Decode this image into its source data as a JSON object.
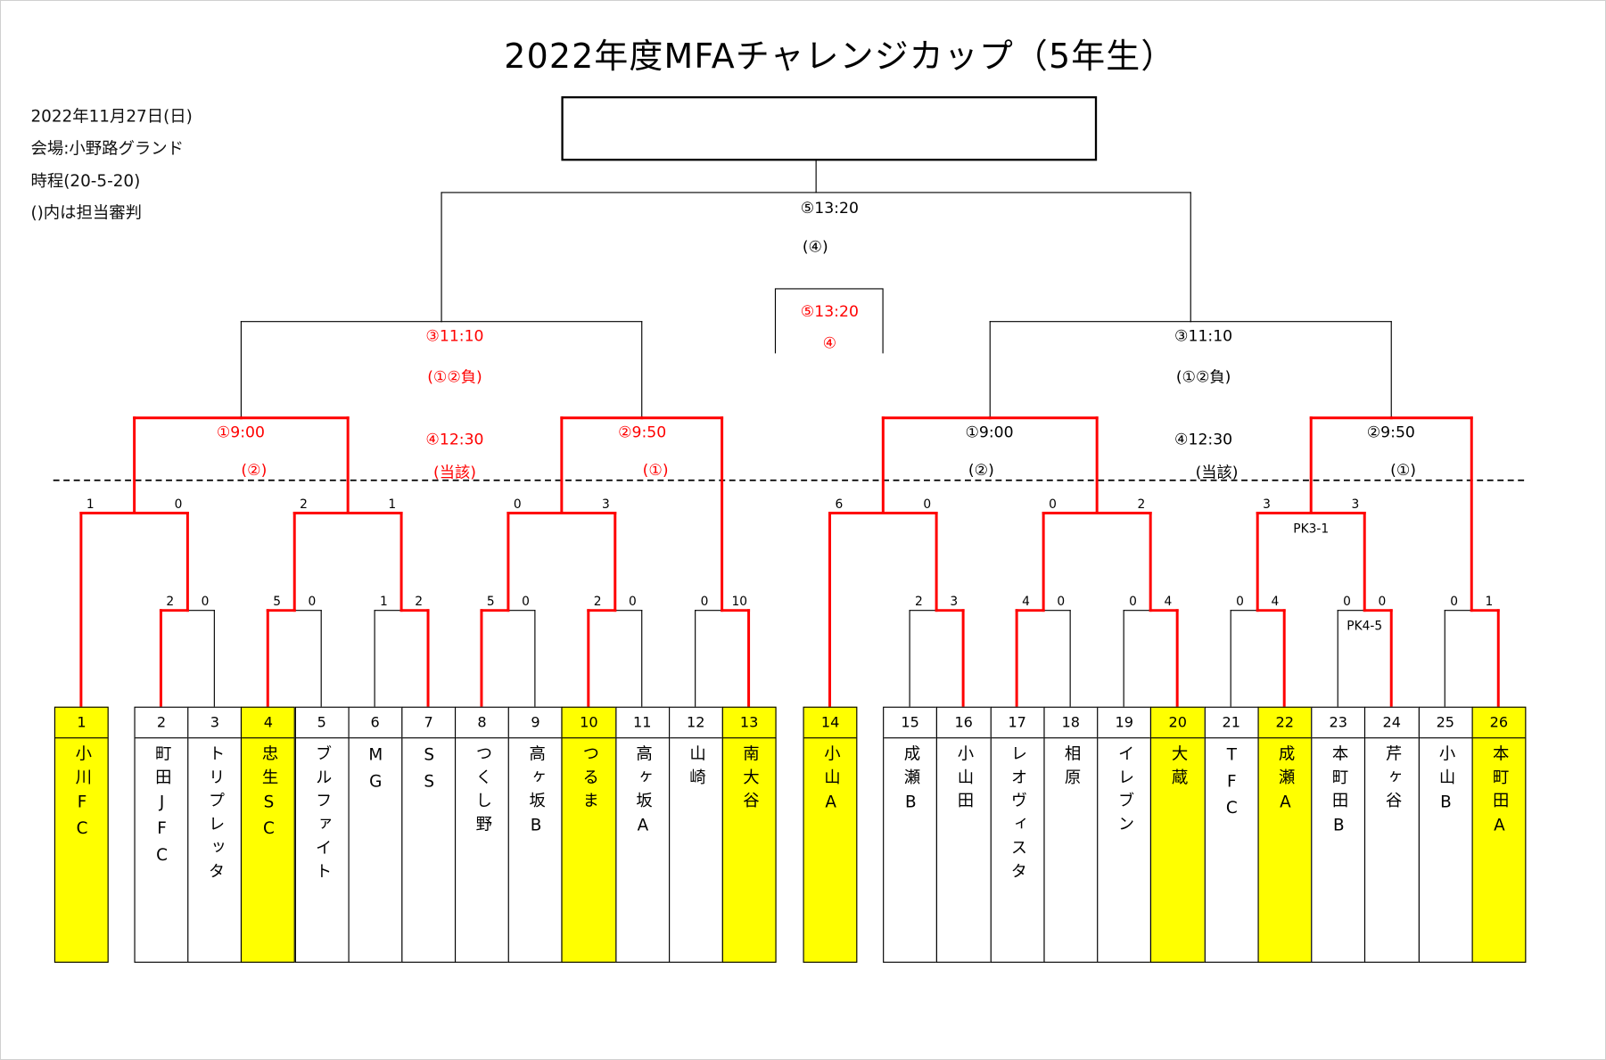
{
  "title": "2022年度MFAチャレンジカップ（5年生）",
  "info": {
    "date": "2022年11月27日(日)",
    "venue": "会場:小野路グランド",
    "schedule": "時程(20-5-20)",
    "note": "()内は担当審判"
  },
  "colors": {
    "highlight": "#ffff00",
    "winner_line": "#ff0000",
    "line": "#000000"
  },
  "teams": [
    {
      "no": "1",
      "name": "小川FC",
      "highlighted": true
    },
    {
      "no": "2",
      "name": "町田JFC",
      "highlighted": false
    },
    {
      "no": "3",
      "name": "トリプレッタ",
      "highlighted": false
    },
    {
      "no": "4",
      "name": "忠生SC",
      "highlighted": true
    },
    {
      "no": "5",
      "name": "ブルファイト",
      "highlighted": false
    },
    {
      "no": "6",
      "name": "MG",
      "highlighted": false
    },
    {
      "no": "7",
      "name": "SS",
      "highlighted": false
    },
    {
      "no": "8",
      "name": "つくし野",
      "highlighted": false
    },
    {
      "no": "9",
      "name": "高ヶ坂B",
      "highlighted": false
    },
    {
      "no": "10",
      "name": "つるま",
      "highlighted": true
    },
    {
      "no": "11",
      "name": "高ヶ坂A",
      "highlighted": false
    },
    {
      "no": "12",
      "name": "山崎",
      "highlighted": false
    },
    {
      "no": "13",
      "name": "南大谷",
      "highlighted": true
    },
    {
      "no": "14",
      "name": "小山A",
      "highlighted": true
    },
    {
      "no": "15",
      "name": "成瀬B",
      "highlighted": false
    },
    {
      "no": "16",
      "name": "小山田",
      "highlighted": false
    },
    {
      "no": "17",
      "name": "レオヴィスタ",
      "highlighted": false
    },
    {
      "no": "18",
      "name": "相原",
      "highlighted": false
    },
    {
      "no": "19",
      "name": "イレブン",
      "highlighted": false
    },
    {
      "no": "20",
      "name": "大蔵",
      "highlighted": true
    },
    {
      "no": "21",
      "name": "TFC",
      "highlighted": false
    },
    {
      "no": "22",
      "name": "成瀬A",
      "highlighted": true
    },
    {
      "no": "23",
      "name": "本町田B",
      "highlighted": false
    },
    {
      "no": "24",
      "name": "芹ヶ谷",
      "highlighted": false
    },
    {
      "no": "25",
      "name": "小山B",
      "highlighted": false
    },
    {
      "no": "26",
      "name": "本町田A",
      "highlighted": true
    }
  ],
  "matches": [
    {
      "id": "a1",
      "l": "t2",
      "r": "t3",
      "score": [
        "2",
        "0"
      ],
      "winner": "l"
    },
    {
      "id": "a2",
      "l": "t4",
      "r": "t5",
      "score": [
        "5",
        "0"
      ],
      "winner": "l"
    },
    {
      "id": "a3",
      "l": "t6",
      "r": "t7",
      "score": [
        "1",
        "2"
      ],
      "winner": "r"
    },
    {
      "id": "a4",
      "l": "t8",
      "r": "t9",
      "score": [
        "5",
        "0"
      ],
      "winner": "l"
    },
    {
      "id": "a5",
      "l": "t10",
      "r": "t11",
      "score": [
        "2",
        "0"
      ],
      "winner": "l"
    },
    {
      "id": "a6",
      "l": "t12",
      "r": "t13",
      "score": [
        "0",
        "10"
      ],
      "winner": "r"
    },
    {
      "id": "a7",
      "l": "t15",
      "r": "t16",
      "score": [
        "2",
        "3"
      ],
      "winner": "r"
    },
    {
      "id": "a8",
      "l": "t17",
      "r": "t18",
      "score": [
        "4",
        "0"
      ],
      "winner": "l"
    },
    {
      "id": "a9",
      "l": "t19",
      "r": "t20",
      "score": [
        "0",
        "4"
      ],
      "winner": "r"
    },
    {
      "id": "a10",
      "l": "t21",
      "r": "t22",
      "score": [
        "0",
        "4"
      ],
      "winner": "r"
    },
    {
      "id": "a11",
      "l": "t23",
      "r": "t24",
      "score": [
        "0",
        "0"
      ],
      "winner": "r",
      "pk": "PK4-5"
    },
    {
      "id": "a12",
      "l": "t25",
      "r": "t26",
      "score": [
        "0",
        "1"
      ],
      "winner": "r"
    },
    {
      "id": "b1",
      "l": "t1",
      "r": "a1",
      "score": [
        "1",
        "0"
      ],
      "winner": "l"
    },
    {
      "id": "b2",
      "l": "a2",
      "r": "a3",
      "score": [
        "2",
        "1"
      ],
      "winner": "l"
    },
    {
      "id": "b3",
      "l": "a4",
      "r": "a5",
      "score": [
        "0",
        "3"
      ],
      "winner": "r"
    },
    {
      "id": "b4",
      "l": "t14",
      "r": "a7",
      "score": [
        "6",
        "0"
      ],
      "winner": "l"
    },
    {
      "id": "b5",
      "l": "a8",
      "r": "a9",
      "score": [
        "0",
        "2"
      ],
      "winner": "r"
    },
    {
      "id": "b6",
      "l": "a10",
      "r": "a11",
      "score": [
        "3",
        "3"
      ],
      "winner": "l",
      "pk": "PK3-1"
    },
    {
      "id": "c1",
      "l": "b1",
      "r": "b2"
    },
    {
      "id": "c2",
      "l": "b3",
      "r": "a6"
    },
    {
      "id": "c3",
      "l": "b4",
      "r": "b5"
    },
    {
      "id": "c4",
      "l": "b6",
      "r": "a12"
    },
    {
      "id": "d1",
      "l": "c1",
      "r": "c2"
    },
    {
      "id": "d2",
      "l": "c3",
      "r": "c4"
    },
    {
      "id": "f",
      "l": "d1",
      "r": "d2"
    }
  ],
  "labels": {
    "final_time": "⑤13:20",
    "final_ref": "(④)",
    "third_time": "⑤13:20",
    "third_ref": "④",
    "left": {
      "semi_time": "③11:10",
      "semi_ref": "(①②負)",
      "q1_time": "①9:00",
      "q1_ref": "(②)",
      "q2_time": "②9:50",
      "q2_ref": "(①)",
      "extra_time": "④12:30",
      "extra_ref": "(当該)"
    },
    "right": {
      "semi_time": "③11:10",
      "semi_ref": "(①②負)",
      "q1_time": "①9:00",
      "q1_ref": "(②)",
      "q2_time": "②9:50",
      "q2_ref": "(①)",
      "extra_time": "④12:30",
      "extra_ref": "(当該)"
    }
  }
}
